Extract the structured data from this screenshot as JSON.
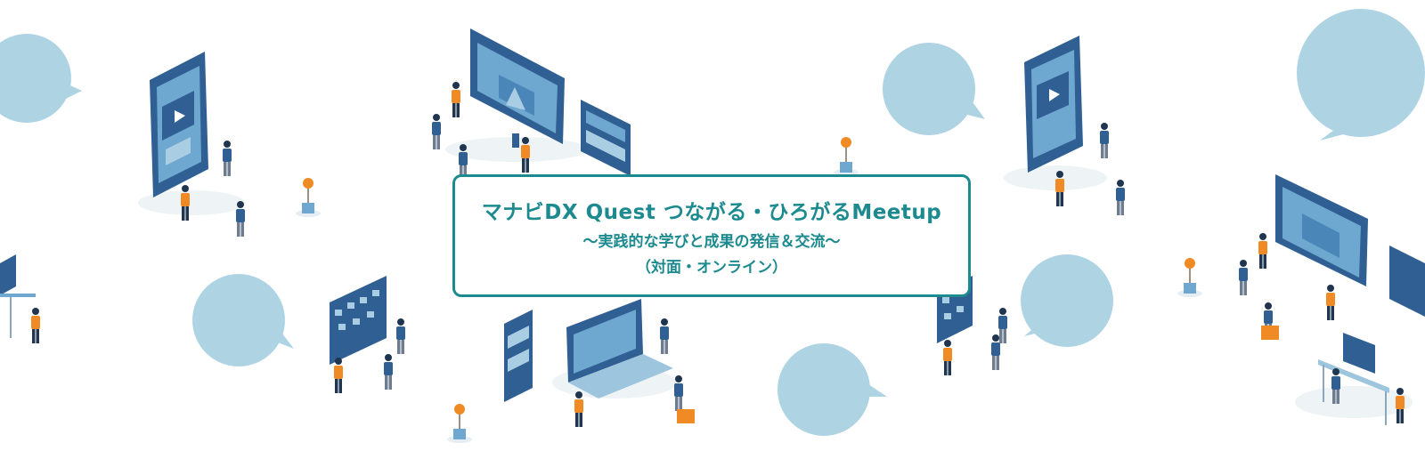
{
  "banner": {
    "title": "マナビDX Quest つながる・ひろがるMeetup",
    "subtitle": "～実践的な学びと成果の発信＆交流～",
    "format_note": "（対面・オンライン）"
  },
  "colors": {
    "accent": "#1c8a8f",
    "bubble": "#aed4e3",
    "screen_dark": "#2f5f93",
    "screen_light": "#6ea7cf",
    "person_orange": "#f08a24",
    "person_navy": "#1f3550"
  }
}
